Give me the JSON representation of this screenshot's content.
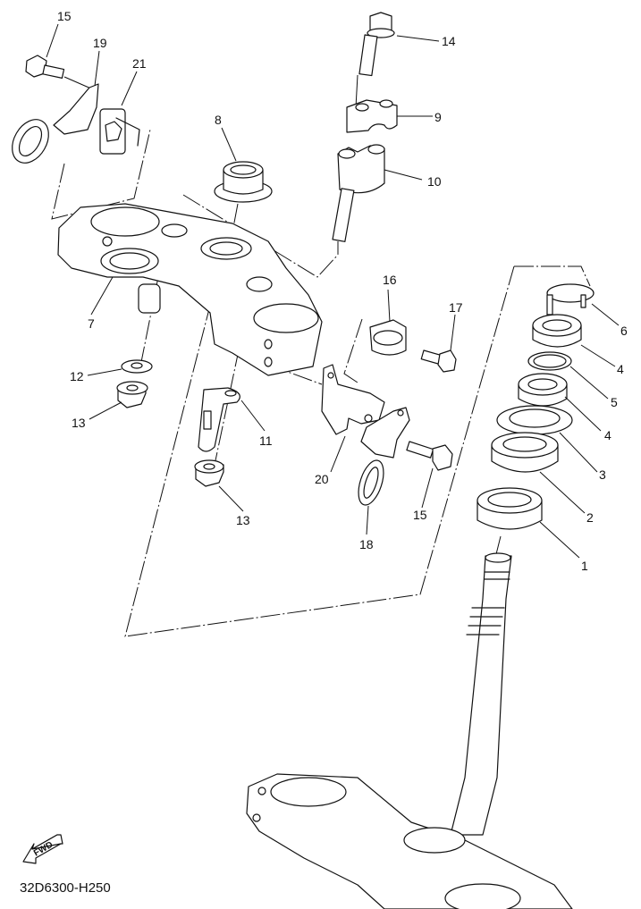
{
  "diagram": {
    "title": "Steering assembly exploded view",
    "drawing_code": "32D6300-H250",
    "fwd_label": "FWD",
    "callouts": [
      {
        "id": "c15a",
        "label": "15",
        "part": "bolt"
      },
      {
        "id": "c19",
        "label": "19",
        "part": "bracket"
      },
      {
        "id": "c21",
        "label": "21",
        "part": "clamp"
      },
      {
        "id": "c8",
        "label": "8",
        "part": "steering stem nut"
      },
      {
        "id": "c14",
        "label": "14",
        "part": "bolt"
      },
      {
        "id": "c9",
        "label": "9",
        "part": "handlebar holder upper"
      },
      {
        "id": "c10",
        "label": "10",
        "part": "handlebar holder lower"
      },
      {
        "id": "c7",
        "label": "7",
        "part": "upper bracket"
      },
      {
        "id": "c16",
        "label": "16",
        "part": "holder"
      },
      {
        "id": "c17",
        "label": "17",
        "part": "bolt"
      },
      {
        "id": "c6",
        "label": "6",
        "part": "washer"
      },
      {
        "id": "c4a",
        "label": "4",
        "part": "ring nut"
      },
      {
        "id": "c5",
        "label": "5",
        "part": "washer"
      },
      {
        "id": "c4b",
        "label": "4",
        "part": "ring nut"
      },
      {
        "id": "c3",
        "label": "3",
        "part": "bearing cover"
      },
      {
        "id": "c2",
        "label": "2",
        "part": "bearing"
      },
      {
        "id": "c1",
        "label": "1",
        "part": "bearing"
      },
      {
        "id": "c12",
        "label": "12",
        "part": "washer"
      },
      {
        "id": "c13a",
        "label": "13",
        "part": "nut"
      },
      {
        "id": "c11",
        "label": "11",
        "part": "bracket"
      },
      {
        "id": "c20",
        "label": "20",
        "part": "stay"
      },
      {
        "id": "c15b",
        "label": "15",
        "part": "bolt"
      },
      {
        "id": "c18",
        "label": "18",
        "part": "bracket"
      },
      {
        "id": "c13b",
        "label": "13",
        "part": "nut"
      }
    ]
  }
}
